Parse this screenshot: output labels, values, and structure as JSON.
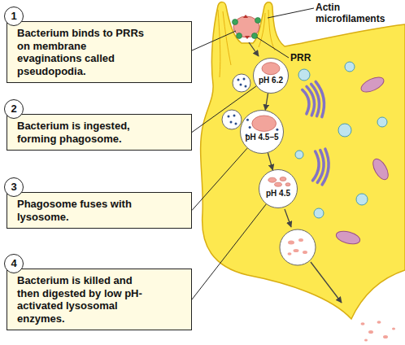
{
  "diagram": {
    "nodes": [
      {
        "text": [
          "1",
          "Bacterium binds to PRRs on membrane evaginations called pseudopodia."
        ]
      },
      {
        "text": [
          "2",
          "Bacterium is ingested, forming phagosome."
        ]
      },
      {
        "text": [
          "3",
          "Phagosome fuses with lysosome."
        ]
      },
      {
        "text": [
          "4",
          "Bacterium is killed and then digested by low pH-activated lysosomal enzymes."
        ]
      },
      {
        "text": [
          "pH 6.2"
        ]
      },
      {
        "text": [
          "pH 4.5–5"
        ]
      },
      {
        "text": [
          "pH 4.5"
        ]
      }
    ],
    "edges": [
      {
        "from": 1,
        "to": 4,
        "arrow": "none"
      },
      {
        "from": 2,
        "to": 5,
        "arrow": "none"
      },
      {
        "from": 3,
        "to": 6,
        "arrow": "none"
      },
      {
        "from": 4,
        "to": 5,
        "arrow": "to"
      },
      {
        "from": 5,
        "to": 6,
        "arrow": "to"
      }
    ],
    "labels": [
      "Actin microfilaments",
      "PRR"
    ]
  }
}
